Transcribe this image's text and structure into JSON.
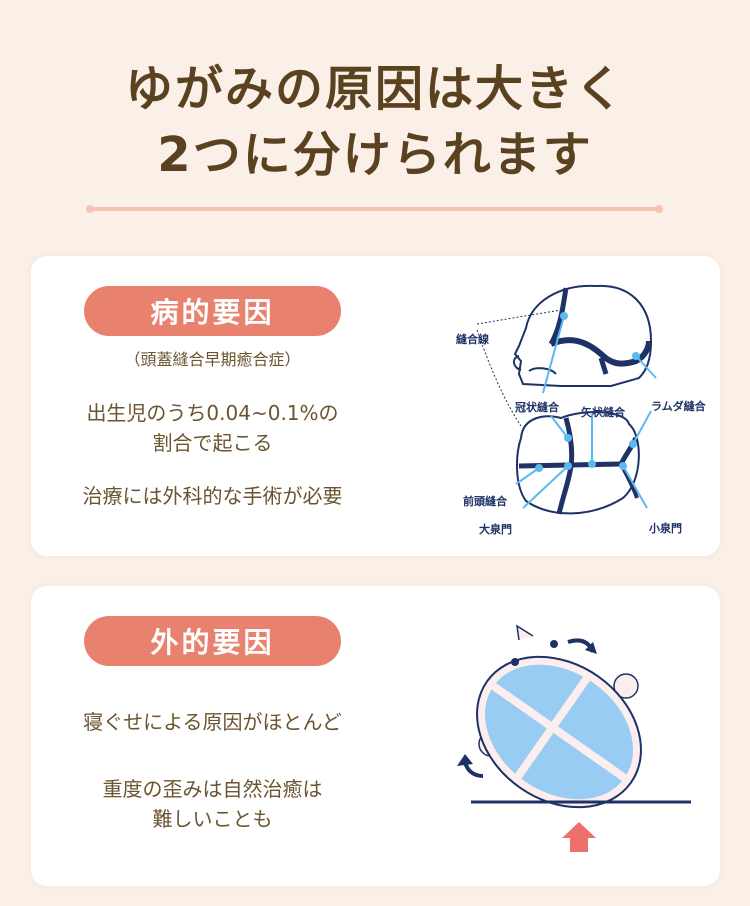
{
  "header": {
    "title_line1": "ゆがみの原因は大きく",
    "title_line2": "2つに分けられます"
  },
  "colors": {
    "background": "#FAF0E8",
    "title_text": "#5A4120",
    "body_text": "#6B5530",
    "pill": "#E8826E",
    "divider": "#F8C3B3",
    "navy": "#1E3266",
    "light_blue": "#5BB8F0",
    "head_blue": "#99CCF2",
    "arrow_red": "#EE706C"
  },
  "cards": [
    {
      "badge": "病的要因",
      "subtitle": "（頭蓋縫合早期癒合症）",
      "lines": [
        {
          "line1": "出生児のうち0.04~0.1%の",
          "line2": "割合で起こる"
        },
        {
          "line1": "治療には外科的な手術が必要"
        }
      ],
      "diagram": {
        "icon": "skull-sutures-diagram",
        "labels": {
          "suture_line": "縫合線",
          "coronal": "冠状縫合",
          "sagittal": "矢状縫合",
          "lambdoid": "ラムダ縫合",
          "metopic": "前頭縫合",
          "anterior_fontanelle": "大泉門",
          "posterior_fontanelle": "小泉門"
        }
      }
    },
    {
      "badge": "外的要因",
      "lines": [
        {
          "line1": "寝ぐせによる原因がほとんど"
        },
        {
          "line1": "重度の歪みは自然治癒は",
          "line2": "難しいことも"
        }
      ],
      "diagram": {
        "icon": "tilted-baby-head-illustration"
      }
    }
  ]
}
